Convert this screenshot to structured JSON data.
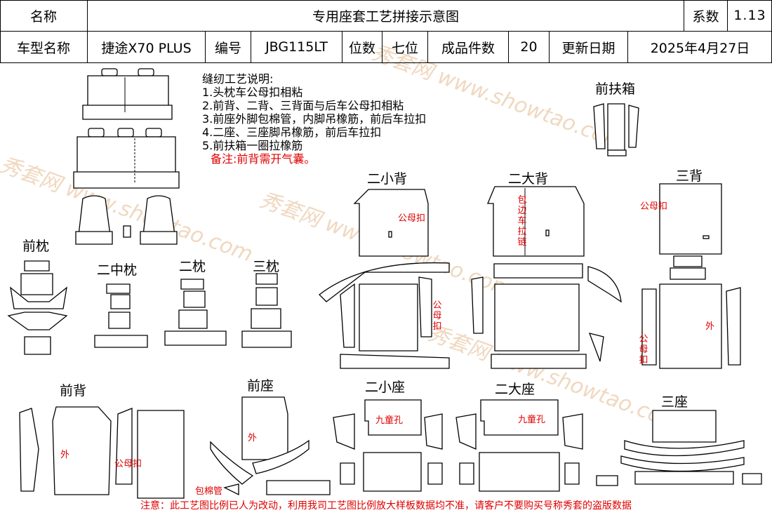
{
  "header": {
    "name_label": "名称",
    "title": "专用座套工艺拼接示意图",
    "coef_label": "系数",
    "coef_value": "1.13",
    "model_label": "车型名称",
    "model_value": "捷途X70 PLUS",
    "code_label": "编号",
    "code_value": "JBG115LT",
    "seats_label": "位数",
    "seats_value": "七位",
    "pieces_label": "成品件数",
    "pieces_value": "20",
    "date_label": "更新日期",
    "date_value": "2025年4月27日"
  },
  "notes": {
    "heading": "缝纫工艺说明:",
    "items": [
      "1.头枕车公母扣相粘",
      "2.前背、二背、三背面与后车公母扣相粘",
      "3.前座外脚包棉管，内脚吊橡筋，前后车拉扣",
      "4.二座、三座脚吊橡筋，前后车拉扣",
      "5.前扶箱一圈拉橡筋"
    ],
    "remark": "备注:前背需开气囊。"
  },
  "sections": {
    "front_armrest": "前扶箱",
    "front_headrest": "前枕",
    "second_mid_headrest": "二中枕",
    "second_headrest": "二枕",
    "third_headrest": "三枕",
    "second_small_back": "二小背",
    "second_large_back": "二大背",
    "third_back": "三背",
    "front_back": "前背",
    "front_seat": "前座",
    "second_small_seat": "二小座",
    "second_large_seat": "二大座",
    "third_seat": "三座"
  },
  "annotations": {
    "snap": "公母扣",
    "edge_zip": "包边车拉链",
    "outer": "外",
    "child_hole": "九童孔",
    "cotton_tube": "包棉管"
  },
  "watermark": "秀套网 www.showtao.com",
  "footer": "注意：此工艺图比例已人为改动，利用我司工艺图比例放大样板数据均不准，请客户不要购买号称秀套的盗版数据",
  "colors": {
    "accent_red": "#e00000",
    "line": "#000000"
  }
}
